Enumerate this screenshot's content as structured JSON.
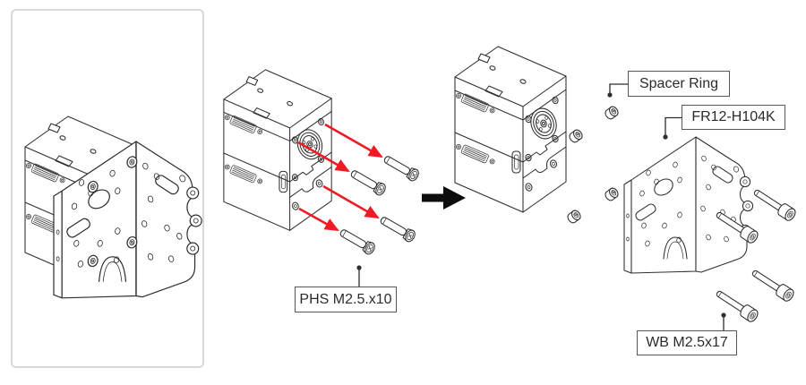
{
  "diagram": {
    "type": "assembly-instruction-diagram",
    "regions": [
      "assembled-unit-preview",
      "screw-insertion-step",
      "spacer-bracket-bolt-step"
    ]
  },
  "callouts": {
    "phs_screw": "PHS M2.5.x10",
    "spacer_ring": "Spacer Ring",
    "bracket": "FR12-H104K",
    "wb_bolt": "WB M2.5x17"
  },
  "part_counts": {
    "phs_screw": 4,
    "spacer_ring": 4,
    "bracket": 1,
    "wb_bolt": 4
  },
  "colors": {
    "line_art": "#2d2d2d",
    "arrow_red": "#ed1c24",
    "step_arrow": "#0d0d0d",
    "panel_border": "#d8d8d8",
    "callout_border": "#55565a",
    "callout_text": "#2b2b2b",
    "background": "#ffffff"
  }
}
